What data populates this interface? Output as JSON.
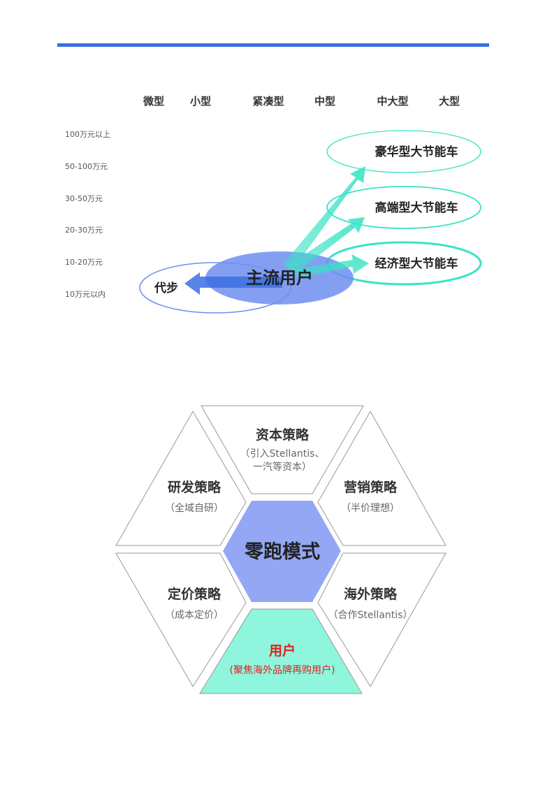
{
  "colors": {
    "accent": "#3a6fe0",
    "main_user": "#6f8ef0",
    "teal": "#39e3c4",
    "teal_light": "#8ff5dc",
    "center_hex": "#94a7f5",
    "user_text": "#e02020"
  },
  "top_diagram": {
    "columns": [
      "微型",
      "小型",
      "紧凑型",
      "中型",
      "中大型",
      "大型"
    ],
    "price_tiers": [
      "100万元以上",
      "50-100万元",
      "30-50万元",
      "20-30万元",
      "10-20万元",
      "10万元以内"
    ],
    "main_user": "主流用户",
    "downgrade": "代步",
    "targets": [
      "豪华型大节能车",
      "高端型大节能车",
      "经济型大节能车"
    ]
  },
  "hex_diagram": {
    "center": "零跑模式",
    "capital": {
      "title": "资本策略",
      "sub1": "（引入Stellantis、",
      "sub2": "一汽等资本）"
    },
    "marketing": {
      "title": "营销策略",
      "sub": "（半价理想）"
    },
    "overseas": {
      "title": "海外策略",
      "sub": "（合作Stellantis）"
    },
    "user": {
      "title": "用户",
      "sub": "(聚焦海外品牌再购用户)"
    },
    "pricing": {
      "title": "定价策略",
      "sub": "（成本定价）"
    },
    "rnd": {
      "title": "研发策略",
      "sub": "（全域自研）"
    }
  }
}
